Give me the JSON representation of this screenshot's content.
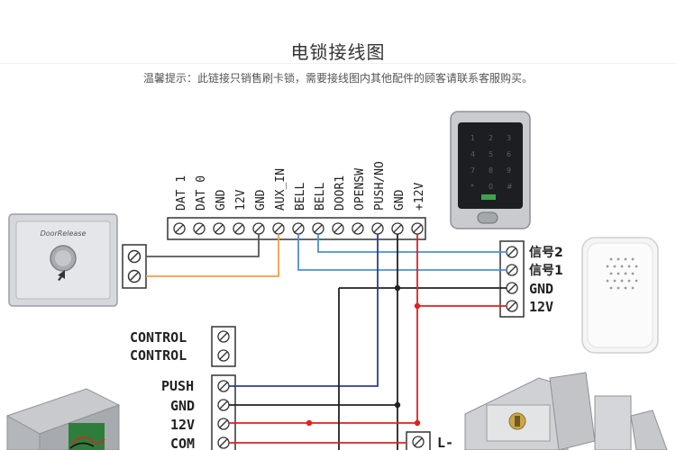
{
  "header": {
    "title": "电锁接线图",
    "subtitle": "温馨提示：此链接只销售刷卡锁，需要接线图内其他配件的顾客请联系客服购买。"
  },
  "controller_terminals": [
    "DAT 1",
    "DAT 0",
    "GND",
    "12V",
    "GND",
    "AUX_IN",
    "BELL",
    "BELL",
    "DOOR1",
    "OPENSW",
    "PUSH/NO",
    "GND",
    "+12V"
  ],
  "doorbell_terminals": [
    "信号2",
    "信号1",
    "GND",
    "12V"
  ],
  "control_terminals": [
    "CONTROL",
    "CONTROL"
  ],
  "power_terminals": [
    "PUSH",
    "GND",
    "12V",
    "COM"
  ],
  "lock_terminals": [
    "L-"
  ],
  "exit_button": {
    "brand": "DoorRelease"
  },
  "colors": {
    "orange": "#f39c4a",
    "blue": "#4a90d9",
    "navy": "#2c3e8c",
    "black": "#222222",
    "red": "#e02020",
    "gray": "#777777"
  }
}
